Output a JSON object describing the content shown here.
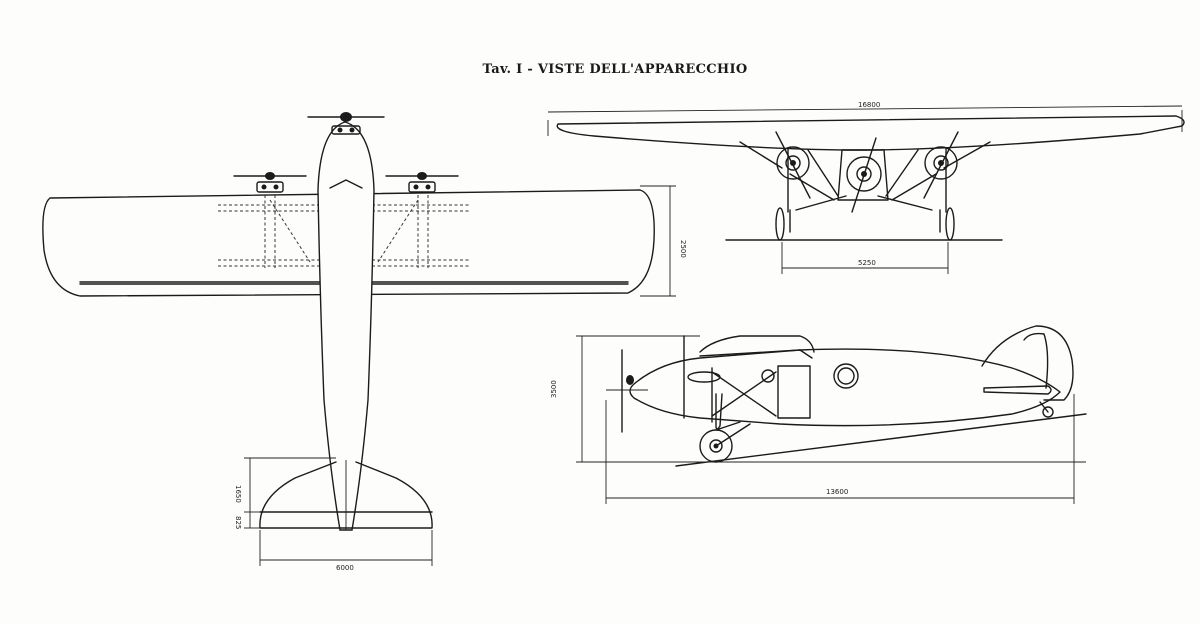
{
  "title": "Tav. I - VISTE DELL'APPARECCHIO",
  "dimensions": {
    "front_span": "16800",
    "front_track": "5250",
    "top_chord": "2500",
    "top_tail_chord_1": "1650",
    "top_tail_chord_2": "825",
    "top_tail_span": "6000",
    "side_height": "3500",
    "side_length": "13600"
  }
}
